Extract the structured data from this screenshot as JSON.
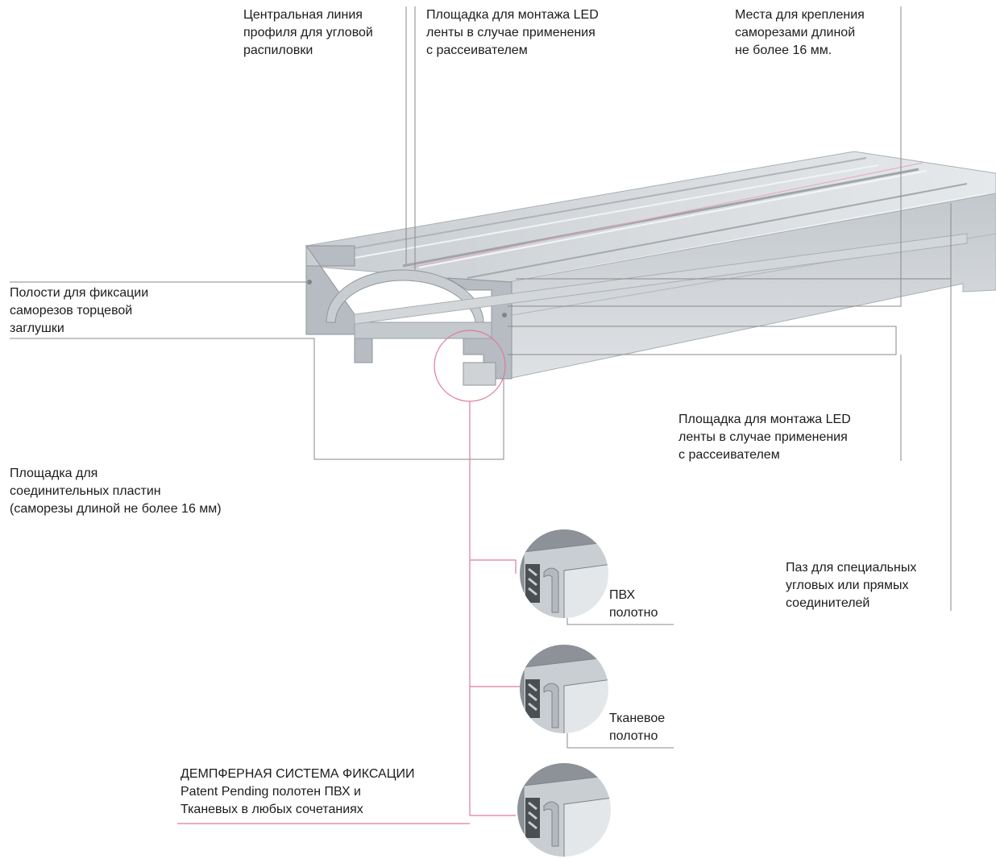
{
  "colors": {
    "leader_gray": "#8a8a8a",
    "leader_pink": "#e07a9c",
    "text": "#1c1c1c",
    "profile_light": "#d9dde0",
    "profile_mid": "#b9bfc4",
    "profile_dark": "#8f969c"
  },
  "labels": {
    "center_line": [
      "Центральная линия",
      "профиля для угловой",
      "распиловки"
    ],
    "led_pad_top": [
      "Площадка для монтажа LED",
      "ленты в случае применения",
      "с рассеивателем"
    ],
    "screw_places": [
      "Места для крепления",
      "саморезами длиной",
      "не более 16 мм."
    ],
    "cavities": [
      "Полости для фиксации",
      "саморезов торцевой",
      "заглушки"
    ],
    "led_pad_right": [
      "Площадка для монтажа LED",
      "ленты в случае применения",
      "с рассеивателем"
    ],
    "connector_pad": [
      "Площадка для",
      "соединительных пластин",
      "(саморезы длиной не более 16 мм)"
    ],
    "groove": [
      "Паз для специальных",
      "угловых или прямых",
      "соединителей"
    ],
    "pvc": [
      "ПВХ",
      "полотно"
    ],
    "fabric": [
      "Тканевое",
      "полотно"
    ],
    "damper": [
      "ДЕМПФЕРНАЯ СИСТЕМА ФИКСАЦИИ",
      "Patent Pending полотен ПВХ и",
      "Тканевых в любых сочетаниях"
    ]
  }
}
